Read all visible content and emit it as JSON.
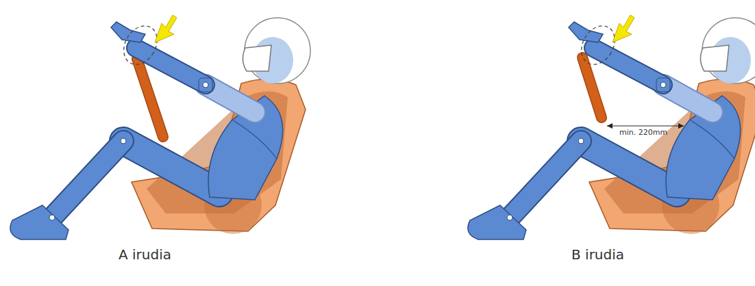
{
  "diagram": {
    "labels": [
      "A irudia",
      "B irudia",
      "min. 220mm"
    ]
  }
}
